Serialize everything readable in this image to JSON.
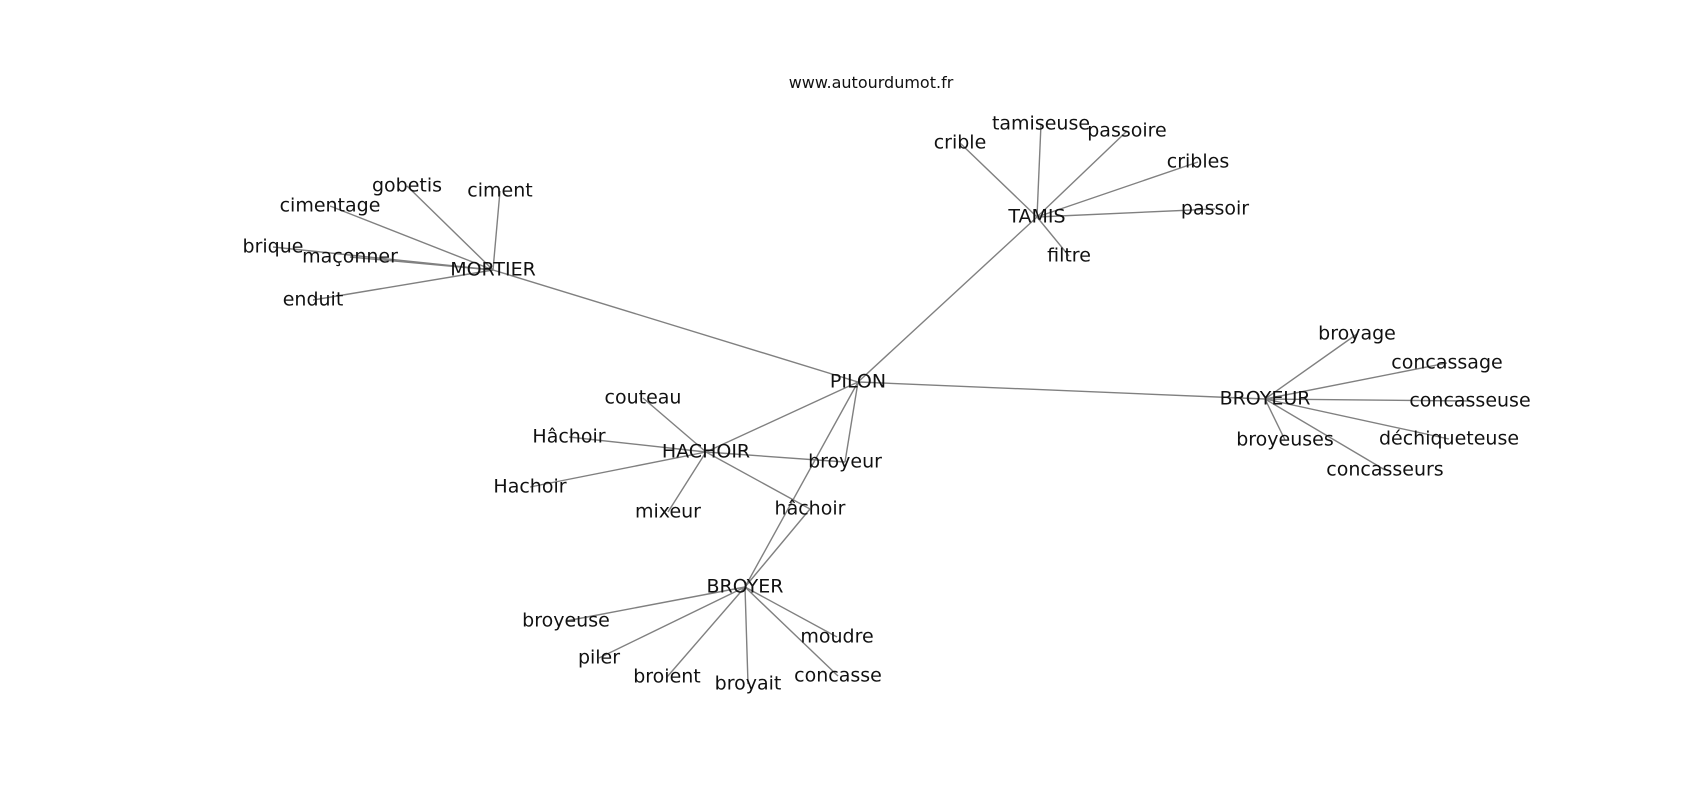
{
  "source": "www.autourdumot.fr",
  "center": "PILON",
  "groups": [
    {
      "name": "MORTIER",
      "words": [
        "ciment",
        "gobetis",
        "cimentage",
        "brique",
        "maçonner",
        "enduit"
      ]
    },
    {
      "name": "TAMIS",
      "words": [
        "crible",
        "tamiseuse",
        "passoire",
        "cribles",
        "passoir",
        "filtre"
      ]
    },
    {
      "name": "BROYEUR",
      "words": [
        "broyage",
        "concassage",
        "concasseuse",
        "déchiqueteuse",
        "broyeuses",
        "concasseurs"
      ]
    },
    {
      "name": "HACHOIR",
      "words": [
        "couteau",
        "Hâchoir",
        "Hachoir",
        "mixeur"
      ]
    },
    {
      "name": "BROYER",
      "words": [
        "broyeuse",
        "piler",
        "broient",
        "broyait",
        "concasse",
        "moudre"
      ]
    }
  ],
  "shared": [
    "broyeur",
    "hâchoir"
  ]
}
